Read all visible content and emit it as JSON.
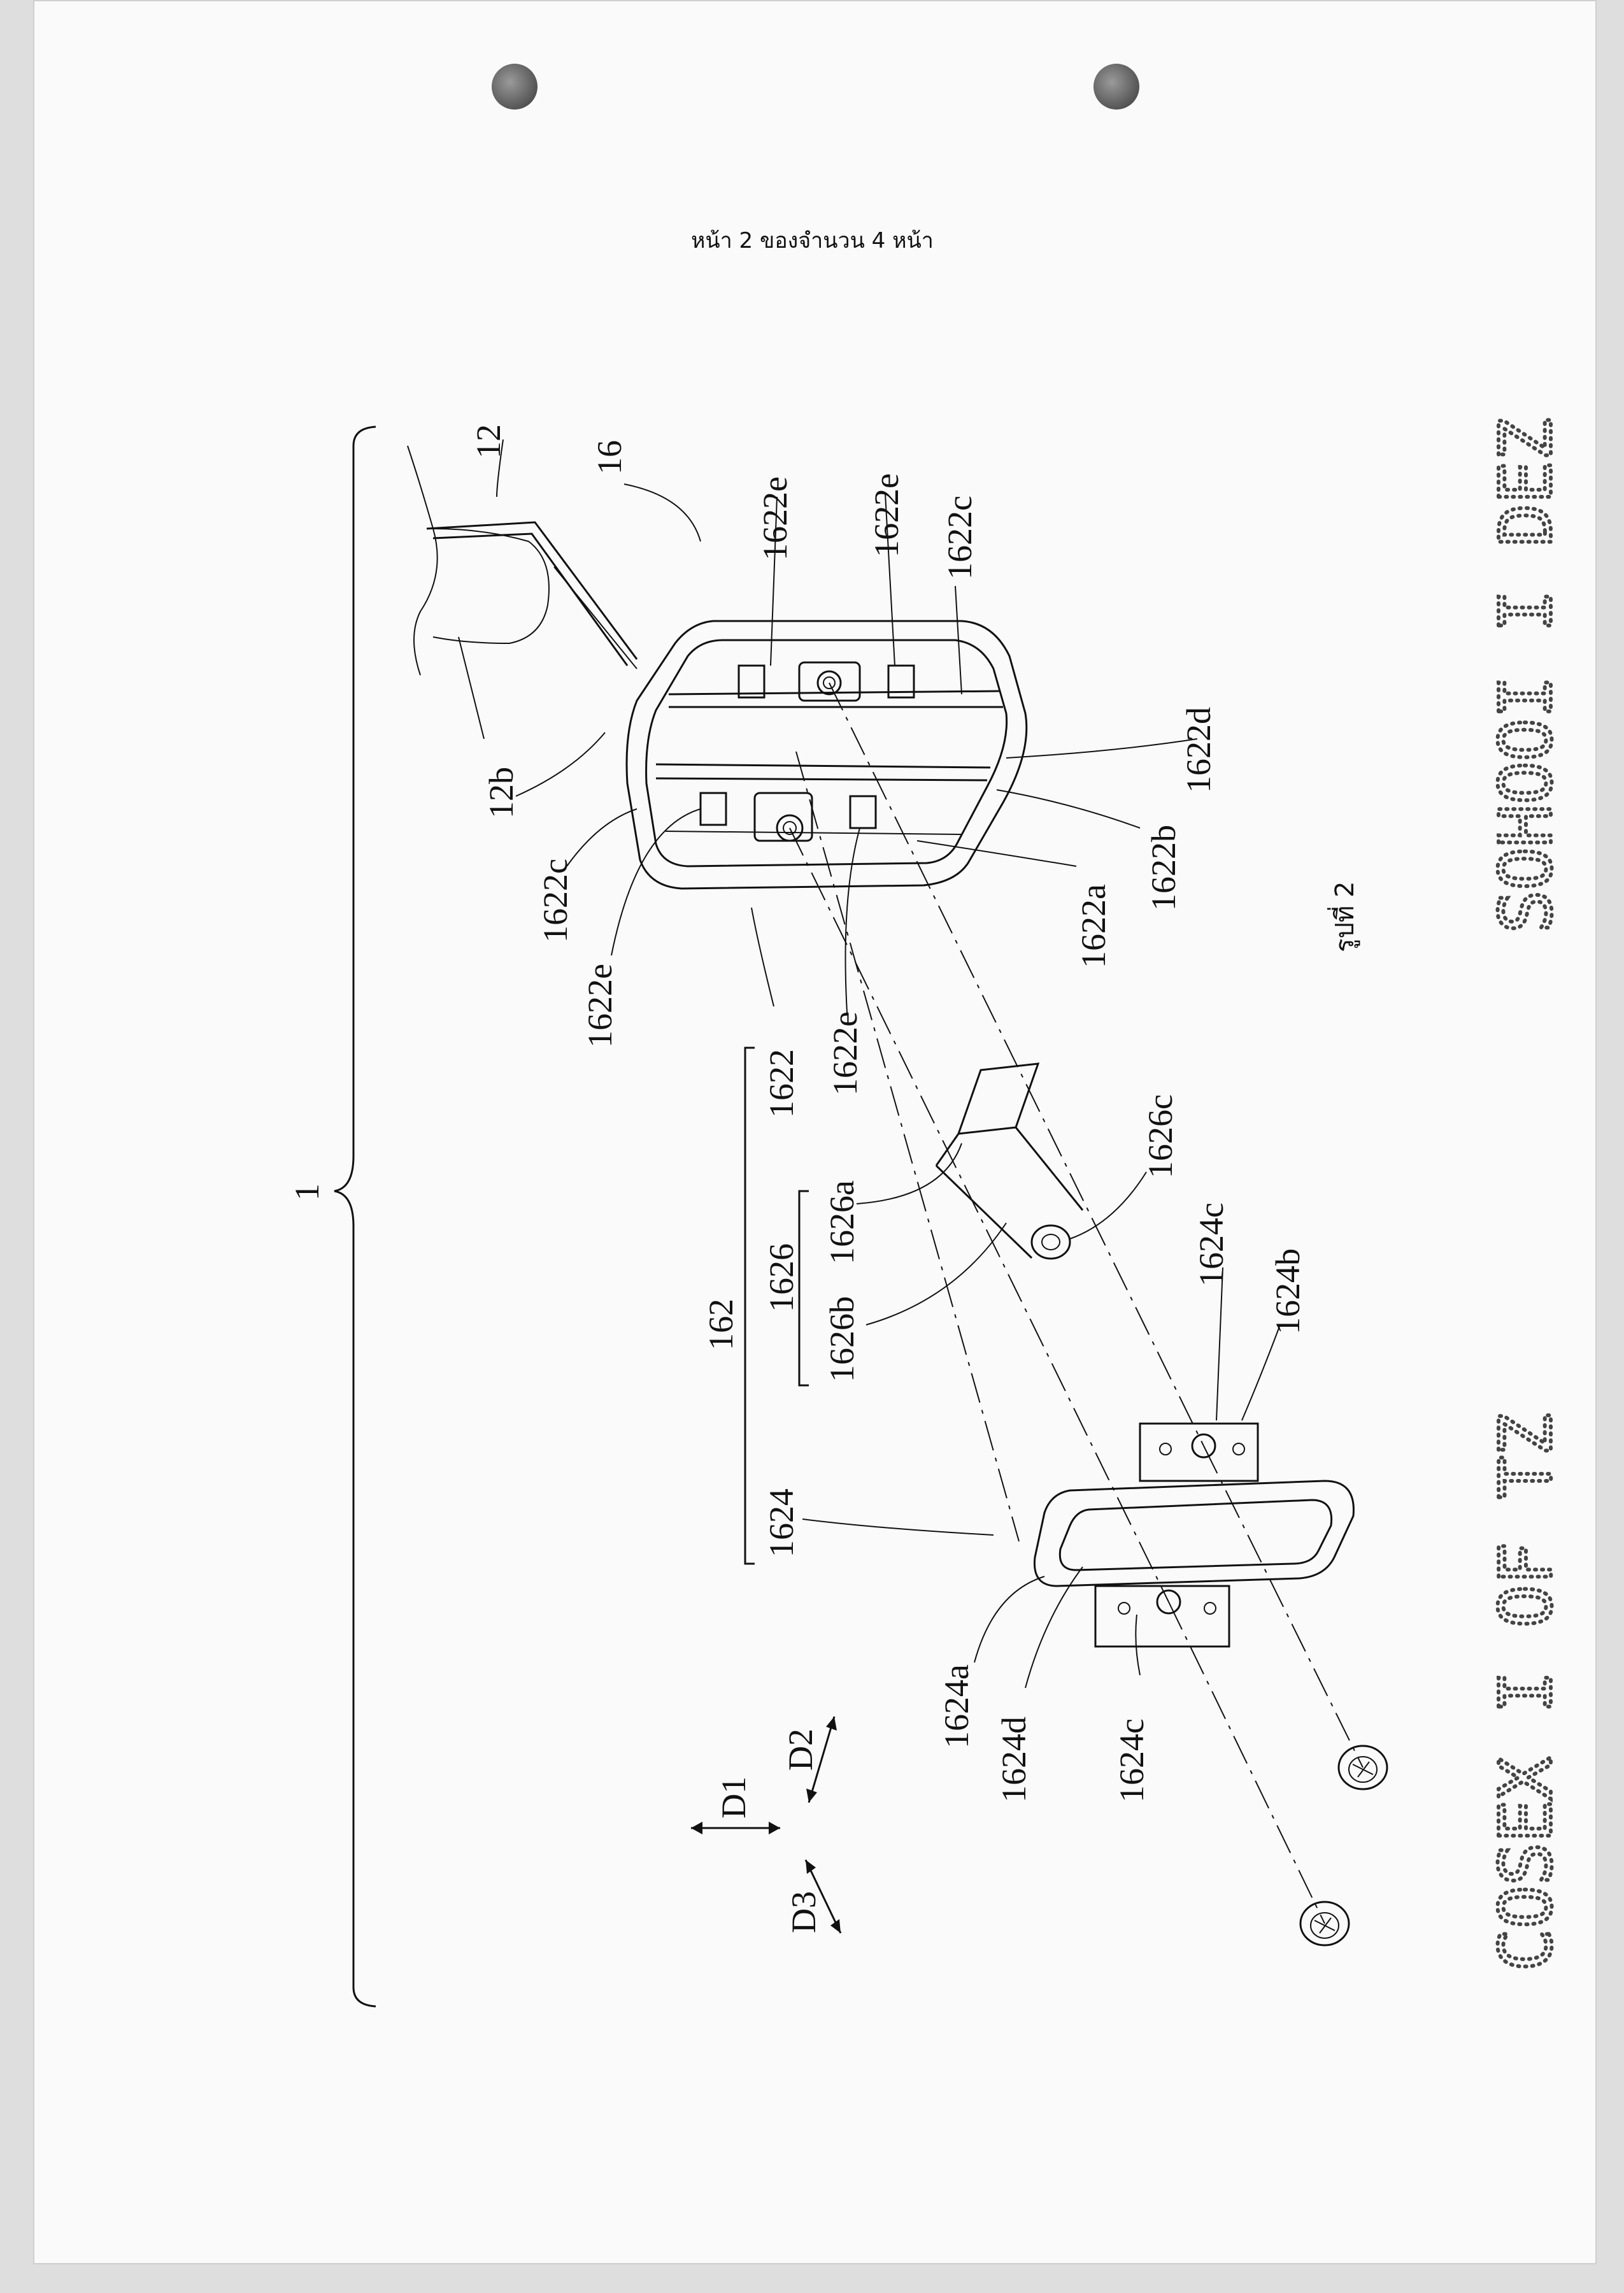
{
  "header": {
    "page_text": "หน้า 2 ของจำนวน 4 หน้า"
  },
  "figure": {
    "caption": "รูปที่ 2"
  },
  "stamps": {
    "right_top": "SOHOOI I DEZ",
    "right_bottom": "COSEX I OF TZ"
  },
  "labels": {
    "assembly": "1",
    "l12": "12",
    "l12b": "12b",
    "l16": "16",
    "l162": "162",
    "l1622": "1622",
    "l1622a": "1622a",
    "l1622b": "1622b",
    "l1622c_top": "1622c",
    "l1622c_left": "1622c",
    "l1622d": "1622d",
    "l1622e_1": "1622e",
    "l1622e_2": "1622e",
    "l1622e_3": "1622e",
    "l1622e_4": "1622e",
    "l1624": "1624",
    "l1624a": "1624a",
    "l1624b": "1624b",
    "l1624c_1": "1624c",
    "l1624c_2": "1624c",
    "l1624d": "1624d",
    "l1626": "1626",
    "l1626a": "1626a",
    "l1626b": "1626b",
    "l1626c": "1626c",
    "d1": "D1",
    "d2": "D2",
    "d3": "D3"
  }
}
